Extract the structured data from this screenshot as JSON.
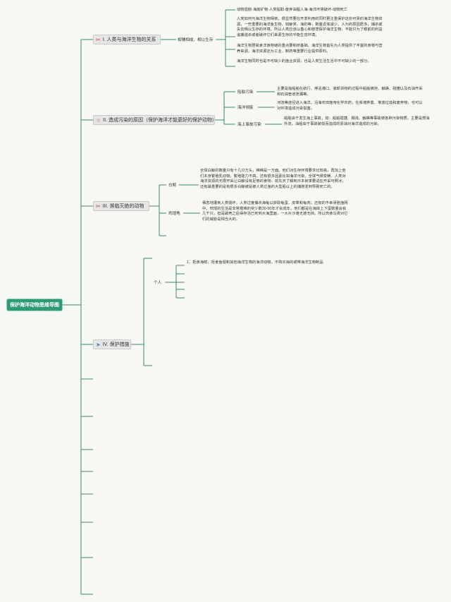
{
  "root": "保护海洋动物思维导图",
  "sections": [
    {
      "label": "I. 人类与海洋生物的关系",
      "sub": [
        {
          "label": "相辅相成，相以生存",
          "details": [
            "动物遗骸-海底矿物-人类提取-废弃油脂入海-海洋环境破坏-动物死亡",
            "人类如何与海洋生物相依，很显然要在开发利用的同时更注重保护这份可贵的海洋生物资源。一些重要的海洋鱼生物，如鲸类、海豹等，数量逐渐减少。人为的原因居多，捕杀或失去栖以生存的环境。所以人类应该以善心和慈悲保护海洋生物，不能只为了眼前的利益追捕滥杀或者破坏它们来源生存的平衡生态环境。",
            "海洋生物居高食洋食物链的重点要和桥基础。海洋生物首先为人类提供了丰富的食物与营养来源，海洋资源还为工业、制药等重要行业提供原料。",
            "海洋生物同时也是不可缺少的渔业资源，也是人类生活生活中不可缺少的一部分。"
          ]
        }
      ]
    },
    {
      "label": "II. 造成污染的原因（保护海洋才能更好的保护动物）",
      "sub": [
        {
          "label": "船舶污染",
          "details": [
            "主要是指船舶在航行、停泊港口、装卸货物的过程中船舶摘泄、触礁、碰撞以及石油开采和石油管道泄漏等。"
          ]
        },
        {
          "label": "海洋倾废",
          "details": [
            "河流等途径进入海洋。沿海农田施用化学农药，在岸滩弃置、堆放垃圾和废弃物，也可以对环境造成污染损害。"
          ]
        },
        {
          "label": "海上事故污染",
          "details": [
            "船舶由于发生海上事故，如：船舶碰撞、搁浅、触礁等事故使各种污染物质。主要是燃油外流，油船由于事故破损而造成的原油对海洋造成的污染。"
          ]
        }
      ]
    },
    {
      "label": "III. 濒临灭绝的动物",
      "sub": [
        {
          "label": "白鲸",
          "details": [
            "全球白鲸的数量只有十几只万头，稀稀是一方面。他们对生存环境要求比较高，再加上他们本身繁殖乳动物，繁殖能力不高。还有很多因素比如海洋污染、全球气候变暖、人类对海洋资源的无限开采让白鲸没有足够的食物，前先天了解到日本就季要进在开采可照冰，还有最重要的是有很多白鲸被是被人类过渔的大型船以上的捕捞发到导致死亡的。"
          ]
        },
        {
          "label": "玳瑁龟",
          "details": [
            "栖息地遭到人类毁坏，人类过度捕杀海龟以获取龟蛋、皮革和龟肉；还有的不幸误陷渔网中。玳瑁的生活是非常艰难的受少数30-50年才会成年，他们都是在海岸上下蛋数量会有几千只，但是破壳之后得存活已死到大海里面，一大片沙滩无遮无挡，所以肉食鸟类对它们的威胁是相当大的。"
          ]
        }
      ]
    },
    {
      "label": "IV. 保护措施",
      "sub": [
        {
          "label": "个人",
          "details": [
            "1、拒食海鲜，拒食鱼翅和其他海洋生物的海洋动物，不购买海的或带海洋生物制品"
          ]
        }
      ]
    }
  ],
  "icons": [
    "scissors-icon",
    "star-icon",
    "scissors-icon",
    "paper-plane-icon"
  ],
  "colors": {
    "line": "#3a8f5d",
    "root_bg": "#2f9a78",
    "node_bg": "#e6e6e6"
  }
}
